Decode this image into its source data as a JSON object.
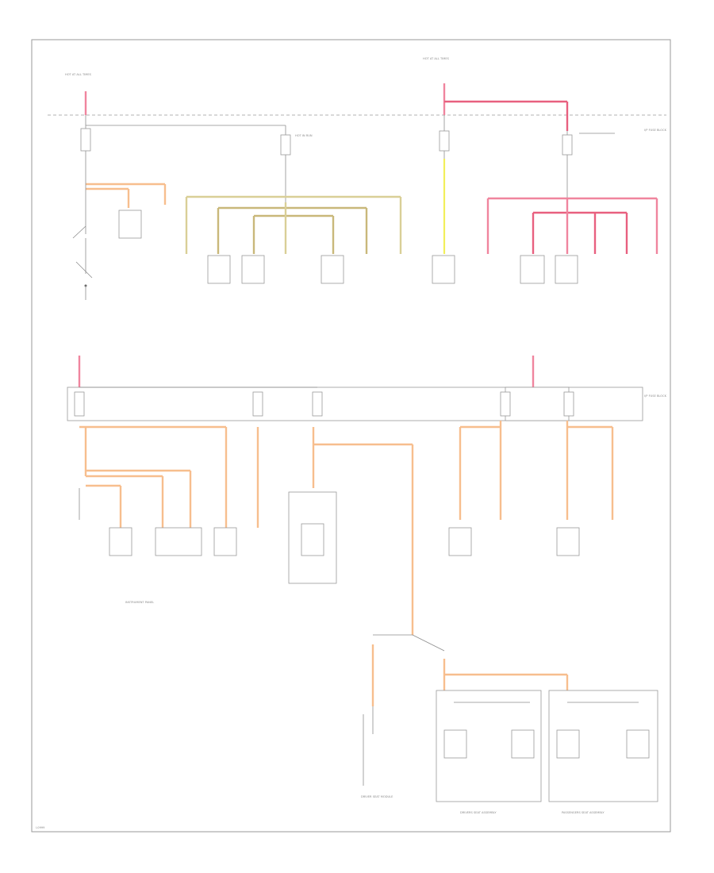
{
  "diagram": {
    "page_code": "l-0999",
    "bottom_labels": {
      "instrument_panel": "INSTRUMENT PANEL",
      "drivers_seat": "DRIVERS SEAT ASSEMBLY",
      "drivers_seat_module": "DRIVER SEAT MODULE",
      "passengers_seat": "PASSENGERS SEAT ASSEMBLY"
    },
    "top_labels": {
      "fuse_left": "HOT AT ALL TIMES",
      "fuse_mid": "HOT IN RUN",
      "fuse_right": "HOT AT ALL TIMES",
      "block_right": "I/P FUSE BLOCK",
      "block_lower_right": "I/P FUSE BLOCK"
    },
    "colors": {
      "tan": "#d9cf97",
      "pink": "#f0859e",
      "yellow": "#f2ef5a",
      "orange": "#f7be8e"
    }
  }
}
